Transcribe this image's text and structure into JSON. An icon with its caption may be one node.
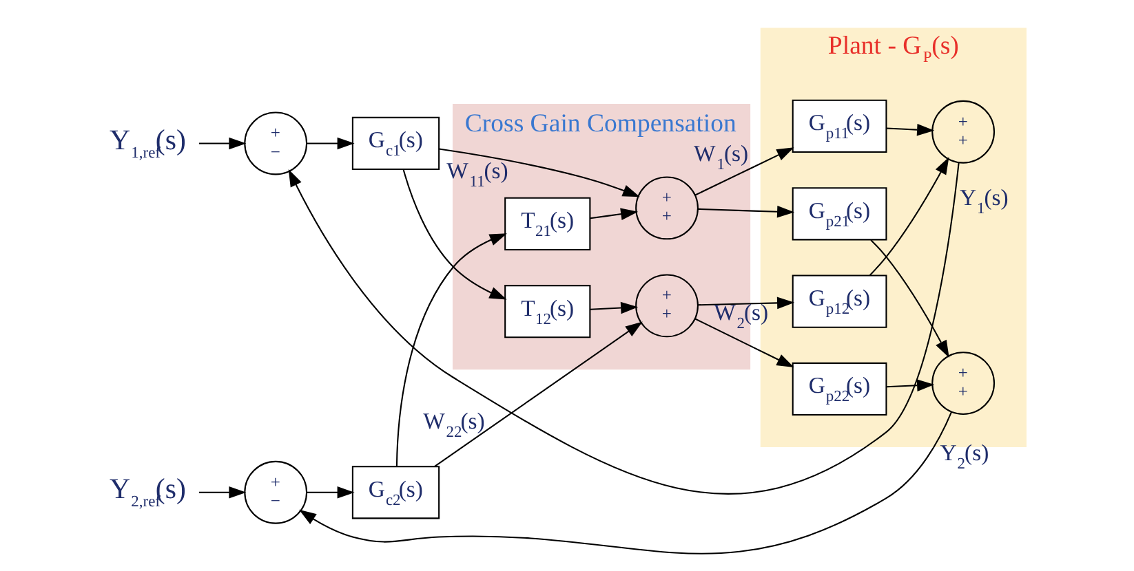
{
  "diagram": {
    "nodes": [
      {
        "text": [
          "Cross Gain Compensation"
        ]
      },
      {
        "text": [
          "Plant - G$_{P}$(s)"
        ]
      },
      {
        "text": [
          "Y$_{1,ref}$(s)"
        ]
      },
      {
        "text": [
          "+",
          "−"
        ]
      },
      {
        "text": [
          "G$_{c1}$(s)"
        ]
      },
      {
        "text": [
          "Y$_{2,ref}$(s)"
        ]
      },
      {
        "text": [
          "+",
          "−"
        ]
      },
      {
        "text": [
          "G$_{c2}$(s)"
        ]
      },
      {
        "text": [
          "T$_{21}$(s)"
        ],
        "in": 0
      },
      {
        "text": [
          "T$_{12}$(s)"
        ],
        "in": 0
      },
      {
        "text": [
          "+",
          "+"
        ],
        "in": 0
      },
      {
        "text": [
          "+",
          "+"
        ],
        "in": 0
      },
      {
        "text": [
          "G$_{p11}$(s)"
        ],
        "in": 1
      },
      {
        "text": [
          "G$_{p12}$(s)"
        ],
        "in": 1
      },
      {
        "text": [
          "G$_{p21}$(s)"
        ],
        "in": 1
      },
      {
        "text": [
          "G$_{p22}$(s)"
        ],
        "in": 1
      },
      {
        "text": [
          "+",
          "+"
        ],
        "in": 1
      },
      {
        "text": [
          "+",
          "+"
        ],
        "in": 1
      }
    ],
    "edges": [
      {
        "from": 2,
        "to": 3,
        "arrow": "to"
      },
      {
        "from": 3,
        "to": 4,
        "arrow": "to"
      },
      {
        "from": 4,
        "to": 10,
        "arrow": "to",
        "label": "W$_{11}$(s)"
      },
      {
        "from": 4,
        "to": 9,
        "arrow": "to"
      },
      {
        "from": 5,
        "to": 6,
        "arrow": "to"
      },
      {
        "from": 6,
        "to": 7,
        "arrow": "to"
      },
      {
        "from": 7,
        "to": 11,
        "arrow": "to",
        "label": "W$_{22}$(s)"
      },
      {
        "from": 7,
        "to": 8,
        "arrow": "to"
      },
      {
        "from": 8,
        "to": 10,
        "arrow": "to"
      },
      {
        "from": 9,
        "to": 11,
        "arrow": "to"
      },
      {
        "from": 10,
        "to": 12,
        "arrow": "to",
        "label": "W$_{1}$(s)"
      },
      {
        "from": 10,
        "to": 14,
        "arrow": "to"
      },
      {
        "from": 11,
        "to": 15,
        "arrow": "to",
        "label": "W$_{2}$(s)"
      },
      {
        "from": 11,
        "to": 13,
        "arrow": "to"
      },
      {
        "from": 12,
        "to": 16,
        "arrow": "to"
      },
      {
        "from": 13,
        "to": 16,
        "arrow": "to"
      },
      {
        "from": 14,
        "to": 17,
        "arrow": "to"
      },
      {
        "from": 15,
        "to": 17,
        "arrow": "to"
      },
      {
        "from": 16,
        "to": 3,
        "arrow": "to",
        "label": "Y$_{1}$(s)"
      },
      {
        "from": 17,
        "to": 6,
        "arrow": "to",
        "label": "Y$_{2}$(s)"
      }
    ]
  }
}
